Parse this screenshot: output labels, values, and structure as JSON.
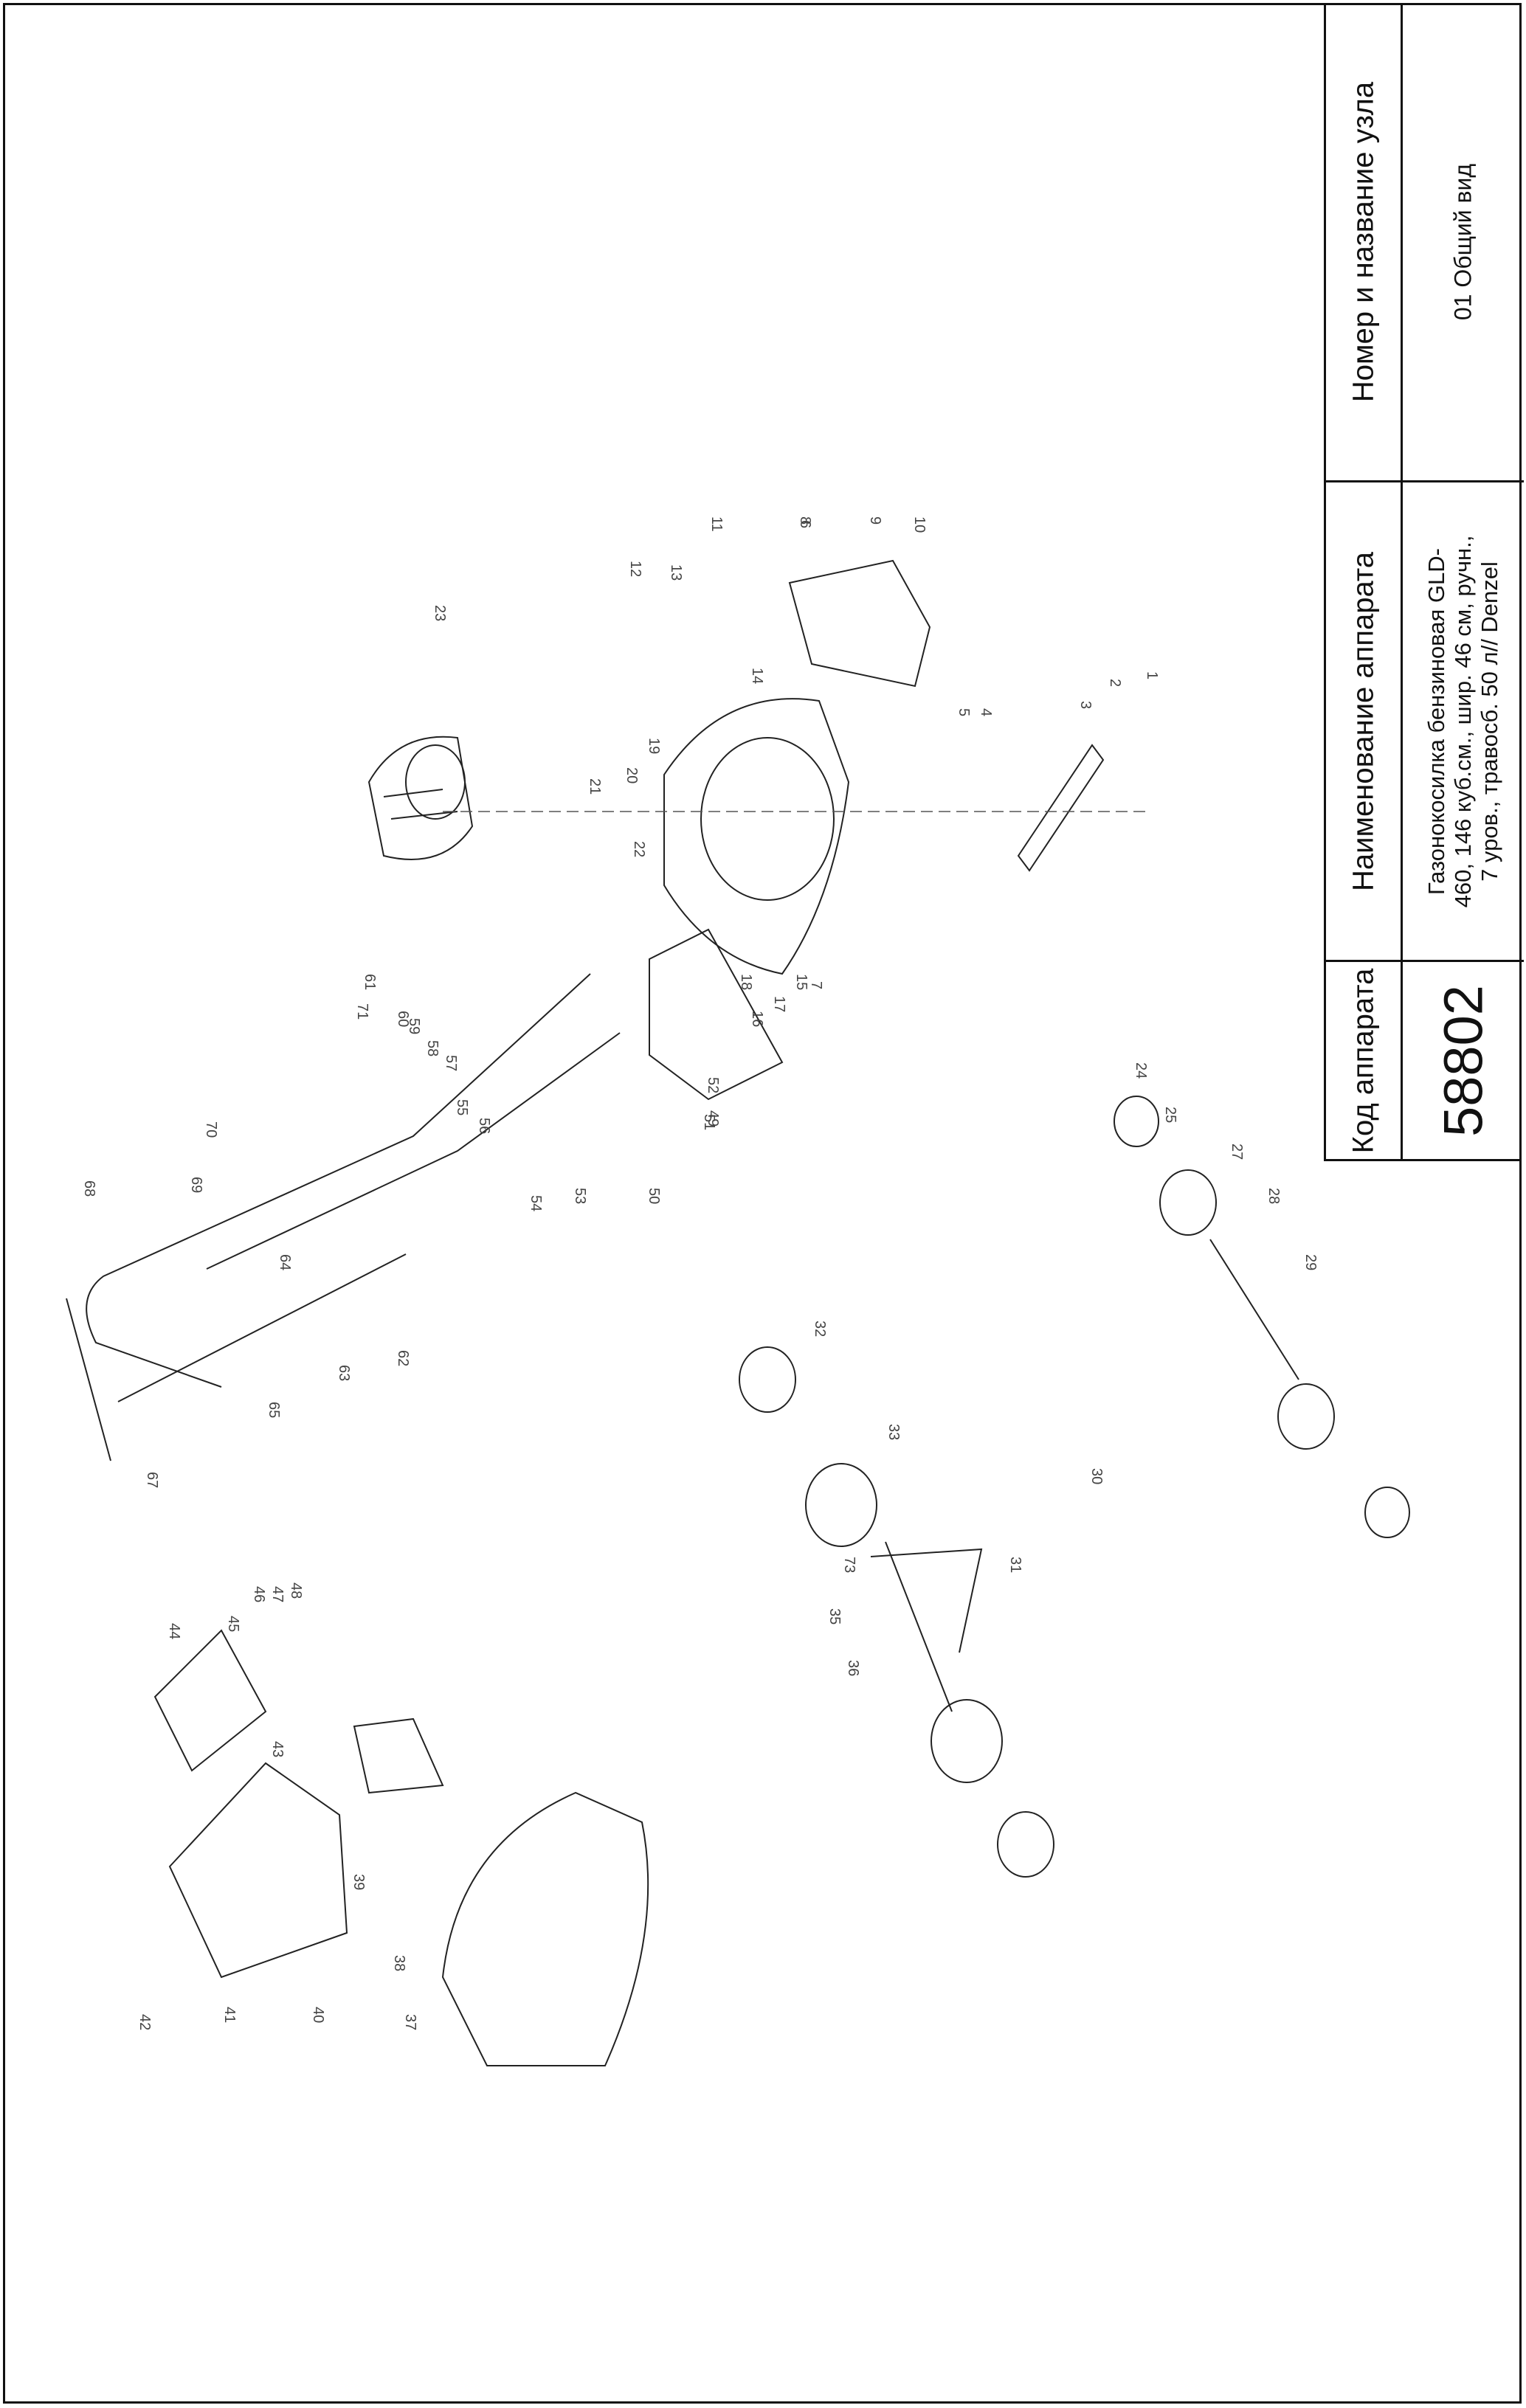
{
  "title_block": {
    "code_header": "Код аппарата",
    "code_value": "58802",
    "name_header": "Наименование аппарата",
    "name_lines": [
      "Газонокосилка бензиновая GLD-",
      "460, 146 куб.см., шир. 46 см, ручн.,",
      "7 уров., травосб. 50 л// Denzel"
    ],
    "node_header": "Номер и название узла",
    "node_value": "01 Общий вид"
  },
  "part_labels": [
    "1",
    "2",
    "3",
    "4",
    "5",
    "6",
    "7",
    "8",
    "9",
    "10",
    "11",
    "12",
    "13",
    "14",
    "15",
    "16",
    "17",
    "18",
    "19",
    "20",
    "21",
    "22",
    "23",
    "24",
    "25",
    "27",
    "28",
    "29",
    "30",
    "31",
    "32",
    "33",
    "35",
    "36",
    "37",
    "38",
    "39",
    "40",
    "41",
    "42",
    "43",
    "44",
    "45",
    "46",
    "47",
    "48",
    "49",
    "50",
    "51",
    "52",
    "53",
    "54",
    "55",
    "56",
    "57",
    "58",
    "59",
    "60",
    "61",
    "62",
    "63",
    "64",
    "65",
    "67",
    "68",
    "69",
    "70",
    "71",
    "73"
  ],
  "colors": {
    "line": "#222222",
    "light": "#9a9a9a"
  }
}
